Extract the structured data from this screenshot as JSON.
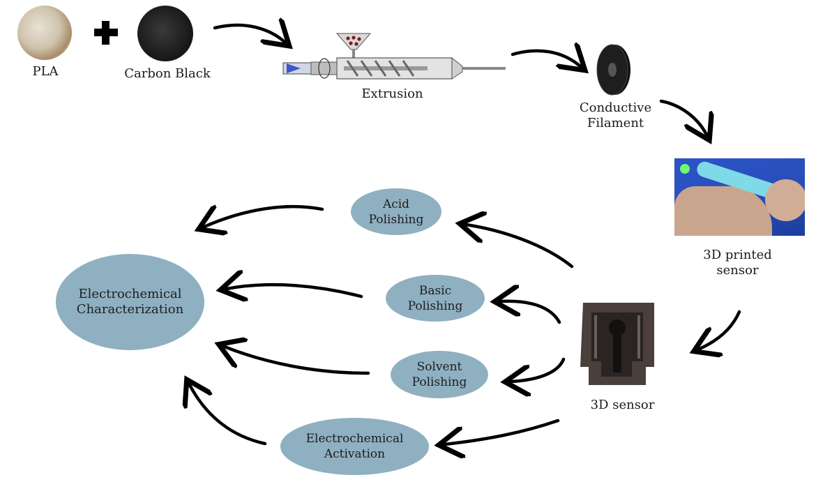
{
  "inputs": {
    "pla_label": "PLA",
    "carbon_black_label": "Carbon Black"
  },
  "process": {
    "extrusion_label": "Extrusion",
    "filament_label": "Conductive\nFilament",
    "printed_label": "3D printed\nsensor",
    "sensor_label": "3D sensor"
  },
  "treatments": {
    "acid": "Acid\nPolishing",
    "basic": "Basic\nPolishing",
    "solvent": "Solvent\nPolishing",
    "activation": "Electrochemical\nActivation"
  },
  "result": {
    "characterization": "Electrochemical\nCharacterization"
  },
  "colors": {
    "ellipse_fill": "#8fb0c1",
    "arrow": "#000000"
  }
}
